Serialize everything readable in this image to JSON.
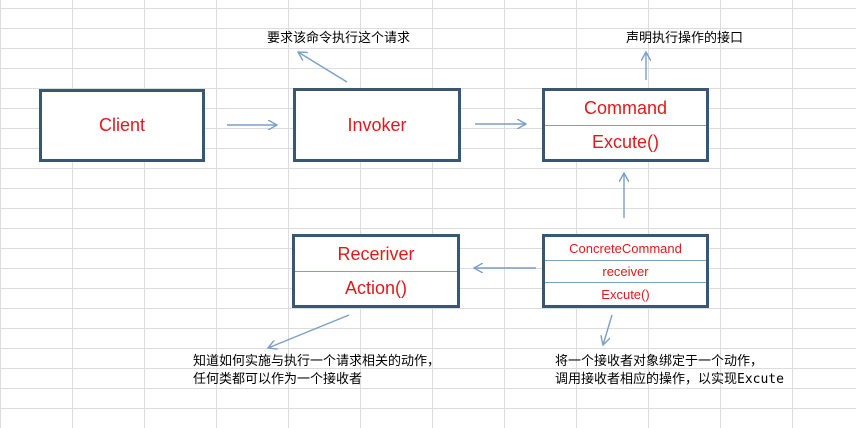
{
  "client": {
    "label": "Client"
  },
  "invoker": {
    "label": "Invoker"
  },
  "command": {
    "name": "Command",
    "method": "Excute()"
  },
  "receiver": {
    "name": "Receriver",
    "method": "Action()"
  },
  "concrete_command": {
    "name": "ConcreteCommand",
    "field": "receiver",
    "method": "Excute()"
  },
  "notes": {
    "invoker": "要求该命令执行这个请求",
    "command": "声明执行操作的接口",
    "receiver_line1": "知道如何实施与执行一个请求相关的动作，",
    "receiver_line2": "任何类都可以作为一个接收者",
    "concrete_line1": "将一个接收者对象绑定于一个动作，",
    "concrete_line2": "调用接收者相应的操作，以实现Excute"
  },
  "colors": {
    "box_border": "#3a5670",
    "box_text": "#e0191b",
    "arrow": "#7b9fc7",
    "divider": "#7aa0c6"
  }
}
